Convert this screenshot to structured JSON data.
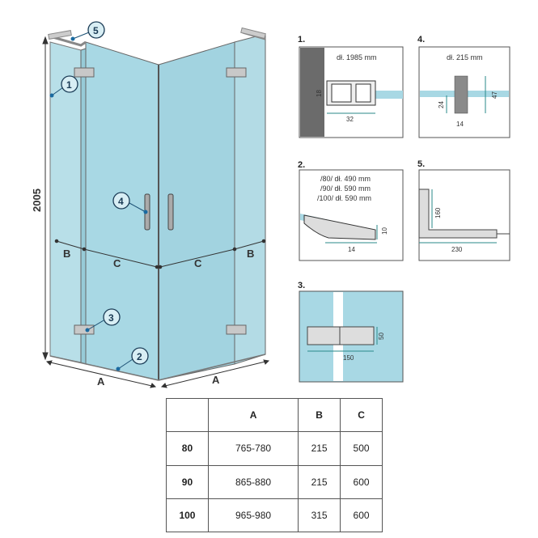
{
  "callouts": {
    "c1": "1",
    "c2": "2",
    "c3": "3",
    "c4": "4",
    "c5": "5"
  },
  "main_labels": {
    "height": "2005",
    "A_left": "A",
    "A_right": "A",
    "B_left": "B",
    "B_right": "B",
    "C_left": "C",
    "C_right": "C"
  },
  "detail1": {
    "num": "1.",
    "note": "dł. 1985 mm",
    "dim_h": "18",
    "dim_w": "32"
  },
  "detail2": {
    "num": "2.",
    "note_lines": [
      "/80/ dł. 490 mm",
      "/90/ dł. 590 mm",
      "/100/ dł. 590 mm"
    ],
    "dim_h": "10",
    "dim_w": "14"
  },
  "detail3": {
    "num": "3.",
    "dim_h": "50",
    "dim_w": "150"
  },
  "detail4": {
    "num": "4.",
    "note": "dł. 215 mm",
    "dim_h1": "24",
    "dim_h2": "47",
    "dim_w": "14"
  },
  "detail5": {
    "num": "5.",
    "dim_h": "160",
    "dim_w": "230"
  },
  "table": {
    "headers": [
      "",
      "A",
      "B",
      "C"
    ],
    "rows": [
      [
        "80",
        "765-780",
        "215",
        "500"
      ],
      [
        "90",
        "865-880",
        "215",
        "600"
      ],
      [
        "100",
        "965-980",
        "315",
        "600"
      ]
    ]
  },
  "colors": {
    "glass": "#a8d8e4",
    "glass_dark": "#8fc8d6",
    "frame": "#666666",
    "hinge": "#bbbbbb"
  }
}
